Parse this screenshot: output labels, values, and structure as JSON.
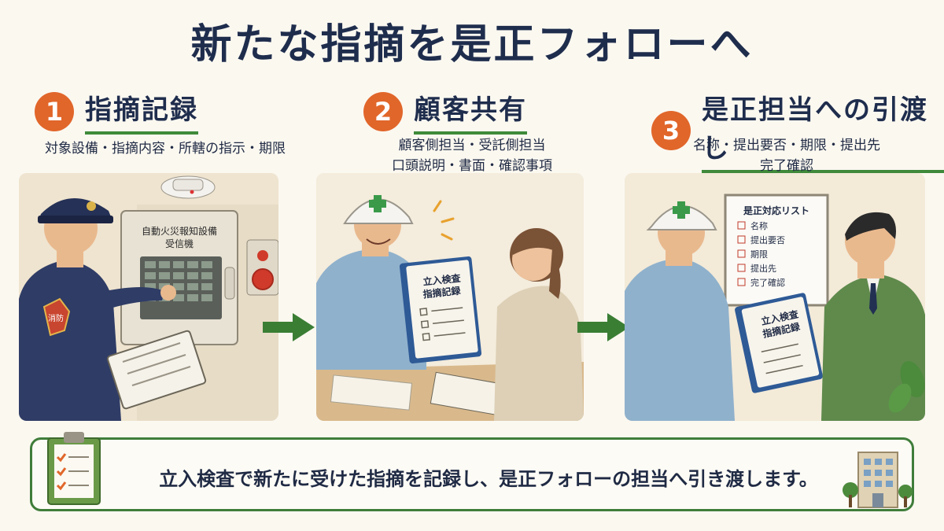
{
  "title": "新たな指摘を是正フォローへ",
  "steps": [
    {
      "number": "1",
      "title": "指摘記録",
      "desc_lines": [
        "対象設備・指摘内容・所轄の指示・期限"
      ]
    },
    {
      "number": "2",
      "title": "顧客共有",
      "desc_lines": [
        "顧客側担当・受託側担当",
        "口頭説明・書面・確認事項"
      ]
    },
    {
      "number": "3",
      "title": "是正担当への引渡し",
      "desc_lines": [
        "名称・提出要否・期限・提出先",
        "完了確認"
      ]
    }
  ],
  "scene1": {
    "panel_label_line1": "自動火災報知設備",
    "panel_label_line2": "受信機",
    "badge_text": "消防"
  },
  "scene2": {
    "binder_line1": "立入検査",
    "binder_line2": "指摘記録"
  },
  "scene3": {
    "board_title": "是正対応リスト",
    "board_items": [
      "名称",
      "提出要否",
      "期限",
      "提出先",
      "完了確認"
    ],
    "binder_line1": "立入検査",
    "binder_line2": "指摘記録"
  },
  "footer": {
    "text": "立入検査で新たに受けた指摘を記録し、是正フォローの担当へ引き渡します。"
  },
  "colors": {
    "accent_orange": "#e1662a",
    "accent_green": "#3f8a3a",
    "title_navy": "#1f2d4d"
  }
}
